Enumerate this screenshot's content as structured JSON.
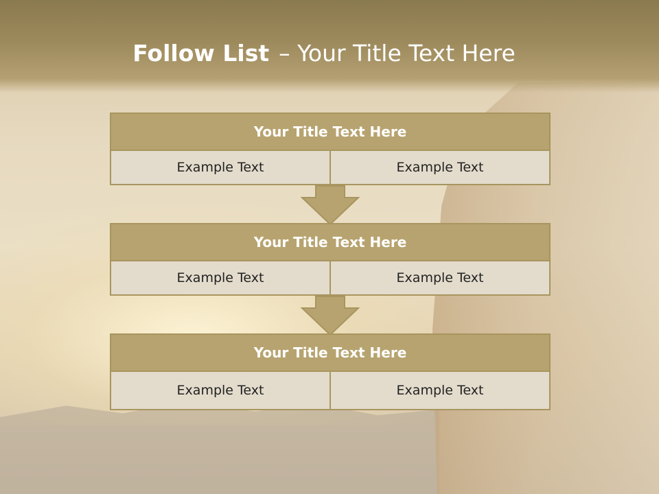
{
  "slide": {
    "title_bold": "Follow List",
    "title_rest": "– Your Title Text Here"
  },
  "blocks": [
    {
      "title": "Your Title Text Here",
      "left": "Example Text",
      "right": "Example Text"
    },
    {
      "title": "Your Title Text Here",
      "left": "Example Text",
      "right": "Example Text"
    },
    {
      "title": "Your Title Text Here",
      "left": "Example Text",
      "right": "Example Text"
    }
  ],
  "colors": {
    "header": "#9d8a5c",
    "block_title_fill": "#b7a36f",
    "block_cell_fill": "#e3dccc",
    "border": "#a8955f"
  },
  "icons": [
    "down-arrow-icon",
    "down-arrow-icon"
  ]
}
